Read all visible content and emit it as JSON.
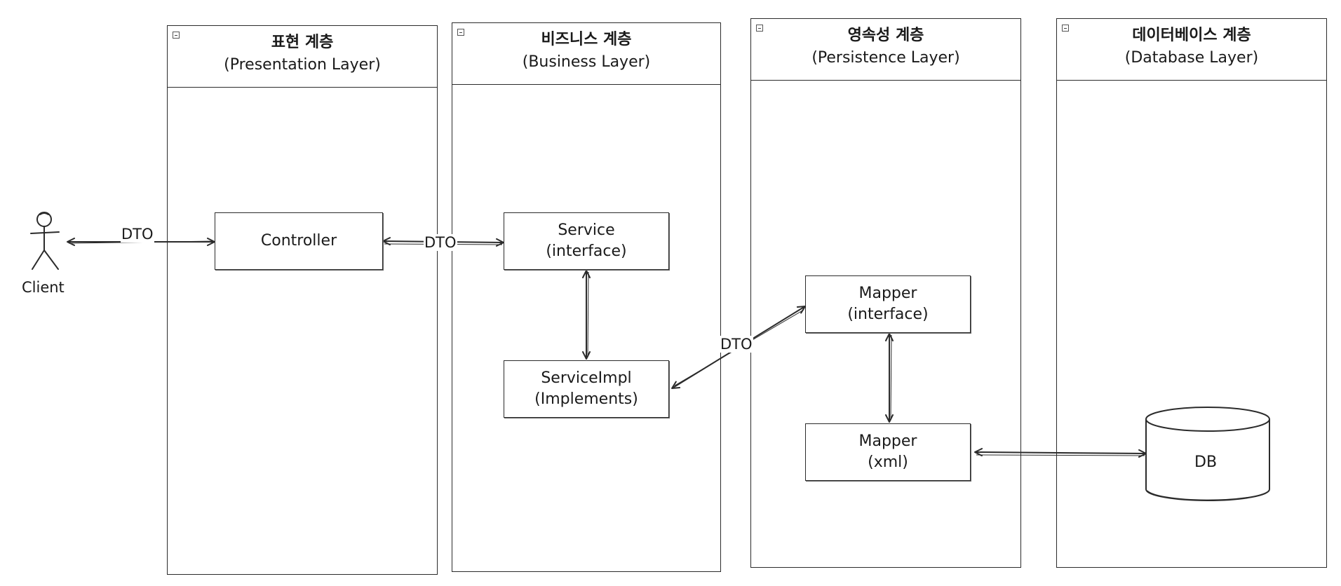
{
  "lanes": [
    {
      "title": "표현 계층",
      "subtitle": "(Presentation Layer)"
    },
    {
      "title": "비즈니스 계층",
      "subtitle": "(Business Layer)"
    },
    {
      "title": "영속성 계층",
      "subtitle": "(Persistence Layer)"
    },
    {
      "title": "데이터베이스 계층",
      "subtitle": "(Database Layer)"
    }
  ],
  "actor": {
    "label": "Client"
  },
  "nodes": {
    "controller": {
      "line1": "Controller"
    },
    "service": {
      "line1": "Service",
      "line2": "(interface)"
    },
    "service_impl": {
      "line1": "ServiceImpl",
      "line2": "(Implements)"
    },
    "mapper_interface": {
      "line1": "Mapper",
      "line2": "(interface)"
    },
    "mapper_xml": {
      "line1": "Mapper",
      "line2": "(xml)"
    },
    "db": {
      "label": "DB"
    }
  },
  "edges": {
    "client_controller": {
      "label": "DTO"
    },
    "controller_service": {
      "label": "DTO"
    },
    "serviceimpl_mapper": {
      "label": "DTO"
    }
  },
  "colors": {
    "stroke": "#2b2b2b",
    "background": "#ffffff"
  }
}
